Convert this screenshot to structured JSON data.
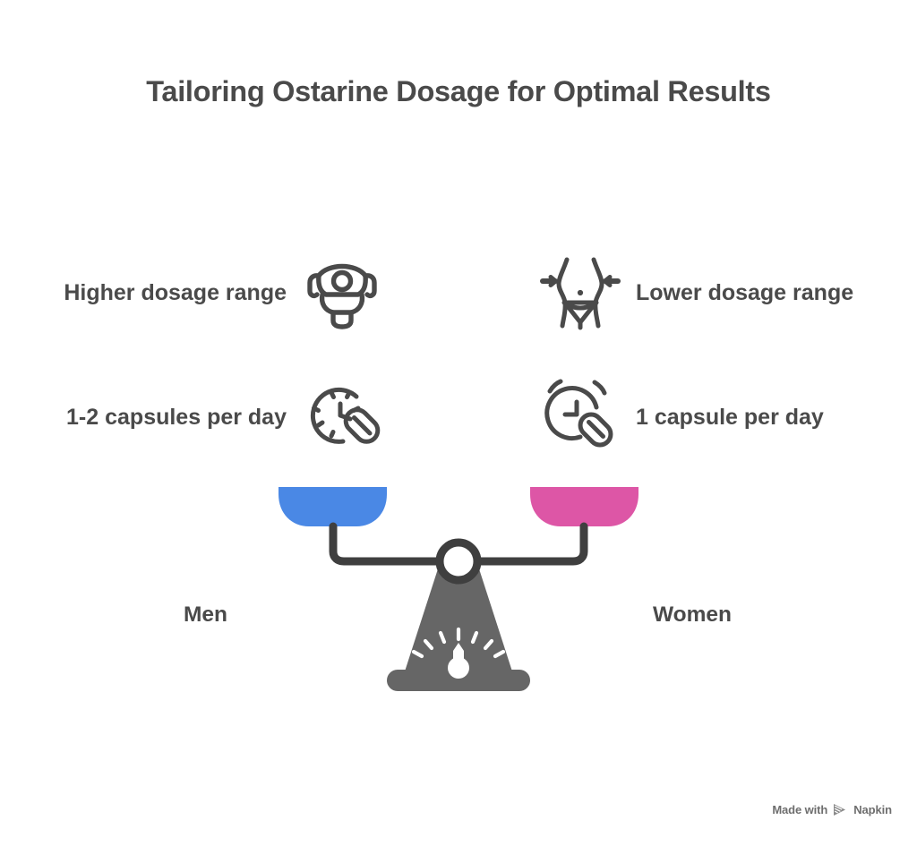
{
  "title": "Tailoring Ostarine Dosage for Optimal Results",
  "colors": {
    "text": "#4a4a4a",
    "icon_stroke": "#4a4a4a",
    "men_pan": "#4a88e5",
    "women_pan": "#dd56a6",
    "scale_body": "#666666",
    "beam": "#3f3f3f",
    "background": "#ffffff",
    "watermark_text": "#6e6e6e"
  },
  "sides": {
    "men": {
      "name": "Men",
      "pan_color": "#4a88e5",
      "features": [
        {
          "label": "Higher dosage range",
          "icon": "muscular-torso-icon"
        },
        {
          "label": "1-2 capsules per day",
          "icon": "clock-capsule-icon"
        }
      ]
    },
    "women": {
      "name": "Women",
      "pan_color": "#dd56a6",
      "features": [
        {
          "label": "Lower dosage range",
          "icon": "slim-waist-icon"
        },
        {
          "label": "1 capsule per day",
          "icon": "alarm-clock-capsule-icon"
        }
      ]
    }
  },
  "watermark": {
    "text": "Made with",
    "brand": "Napkin",
    "logo": "napkin-logo-icon"
  }
}
